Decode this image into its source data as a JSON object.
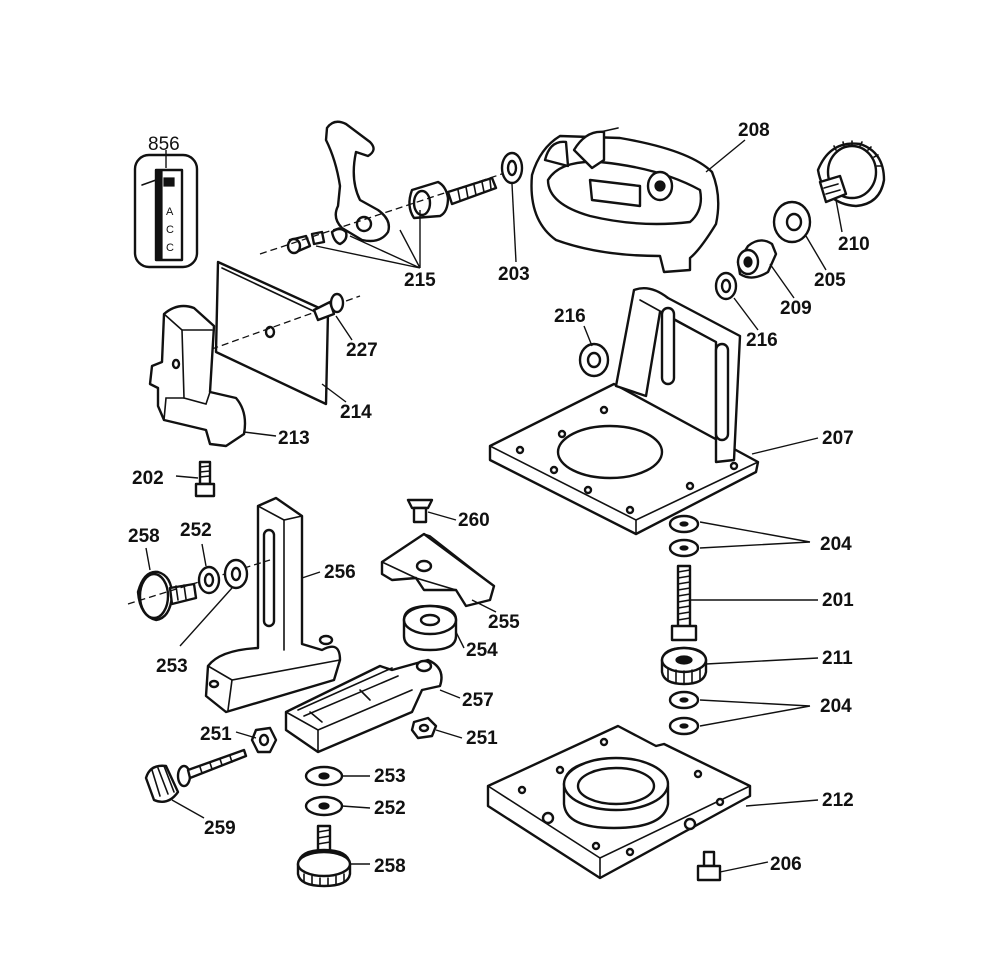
{
  "labels": {
    "p856": "856",
    "p208": "208",
    "p215": "215",
    "p203": "203",
    "p210": "210",
    "p205": "205",
    "p209": "209",
    "p216a": "216",
    "p216b": "216",
    "p227": "227",
    "p214": "214",
    "p213": "213",
    "p207": "207",
    "p202": "202",
    "p260": "260",
    "p204a": "204",
    "p258a": "258",
    "p252a": "252",
    "p256": "256",
    "p255": "255",
    "p201": "201",
    "p254": "254",
    "p253a": "253",
    "p211": "211",
    "p257": "257",
    "p204b": "204",
    "p251a": "251",
    "p251b": "251",
    "p253b": "253",
    "p212": "212",
    "p252b": "252",
    "p259": "259",
    "p258b": "258",
    "p206": "206"
  },
  "sticker_text": [
    "A",
    "C",
    "C"
  ]
}
